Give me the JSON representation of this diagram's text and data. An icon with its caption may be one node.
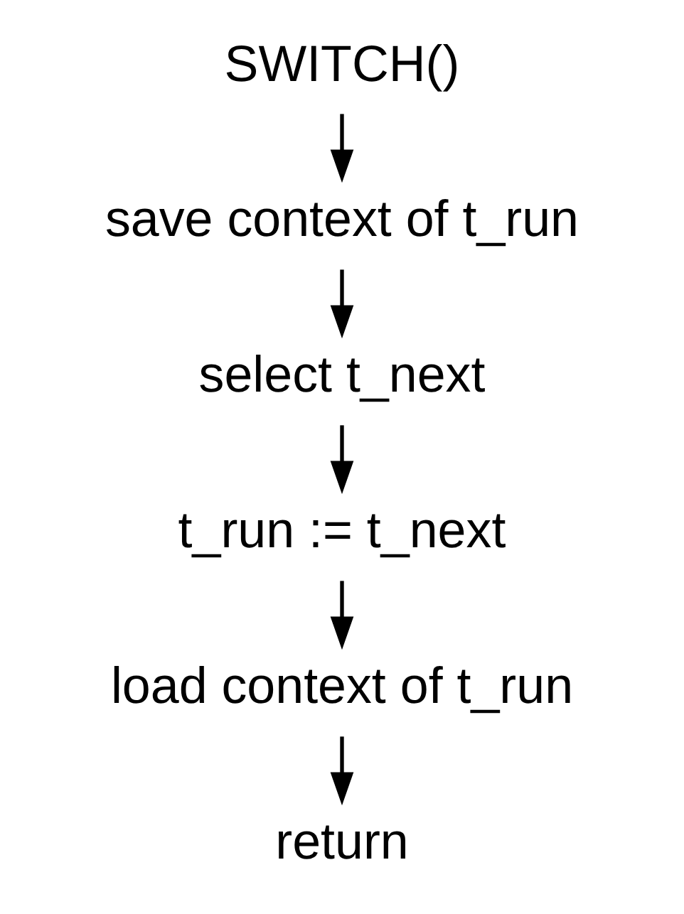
{
  "diagram": {
    "nodes": [
      {
        "text": [
          "SWITCH()"
        ]
      },
      {
        "text": [
          "save context of t_run"
        ]
      },
      {
        "text": [
          "select t_next"
        ]
      },
      {
        "text": [
          "t_run := t_next"
        ]
      },
      {
        "text": [
          "load context of t_run"
        ]
      },
      {
        "text": [
          "return"
        ]
      }
    ],
    "edges": [
      {
        "from": 0,
        "to": 1,
        "arrow": "to"
      },
      {
        "from": 1,
        "to": 2,
        "arrow": "to"
      },
      {
        "from": 2,
        "to": 3,
        "arrow": "to"
      },
      {
        "from": 3,
        "to": 4,
        "arrow": "to"
      },
      {
        "from": 4,
        "to": 5,
        "arrow": "to"
      }
    ]
  }
}
